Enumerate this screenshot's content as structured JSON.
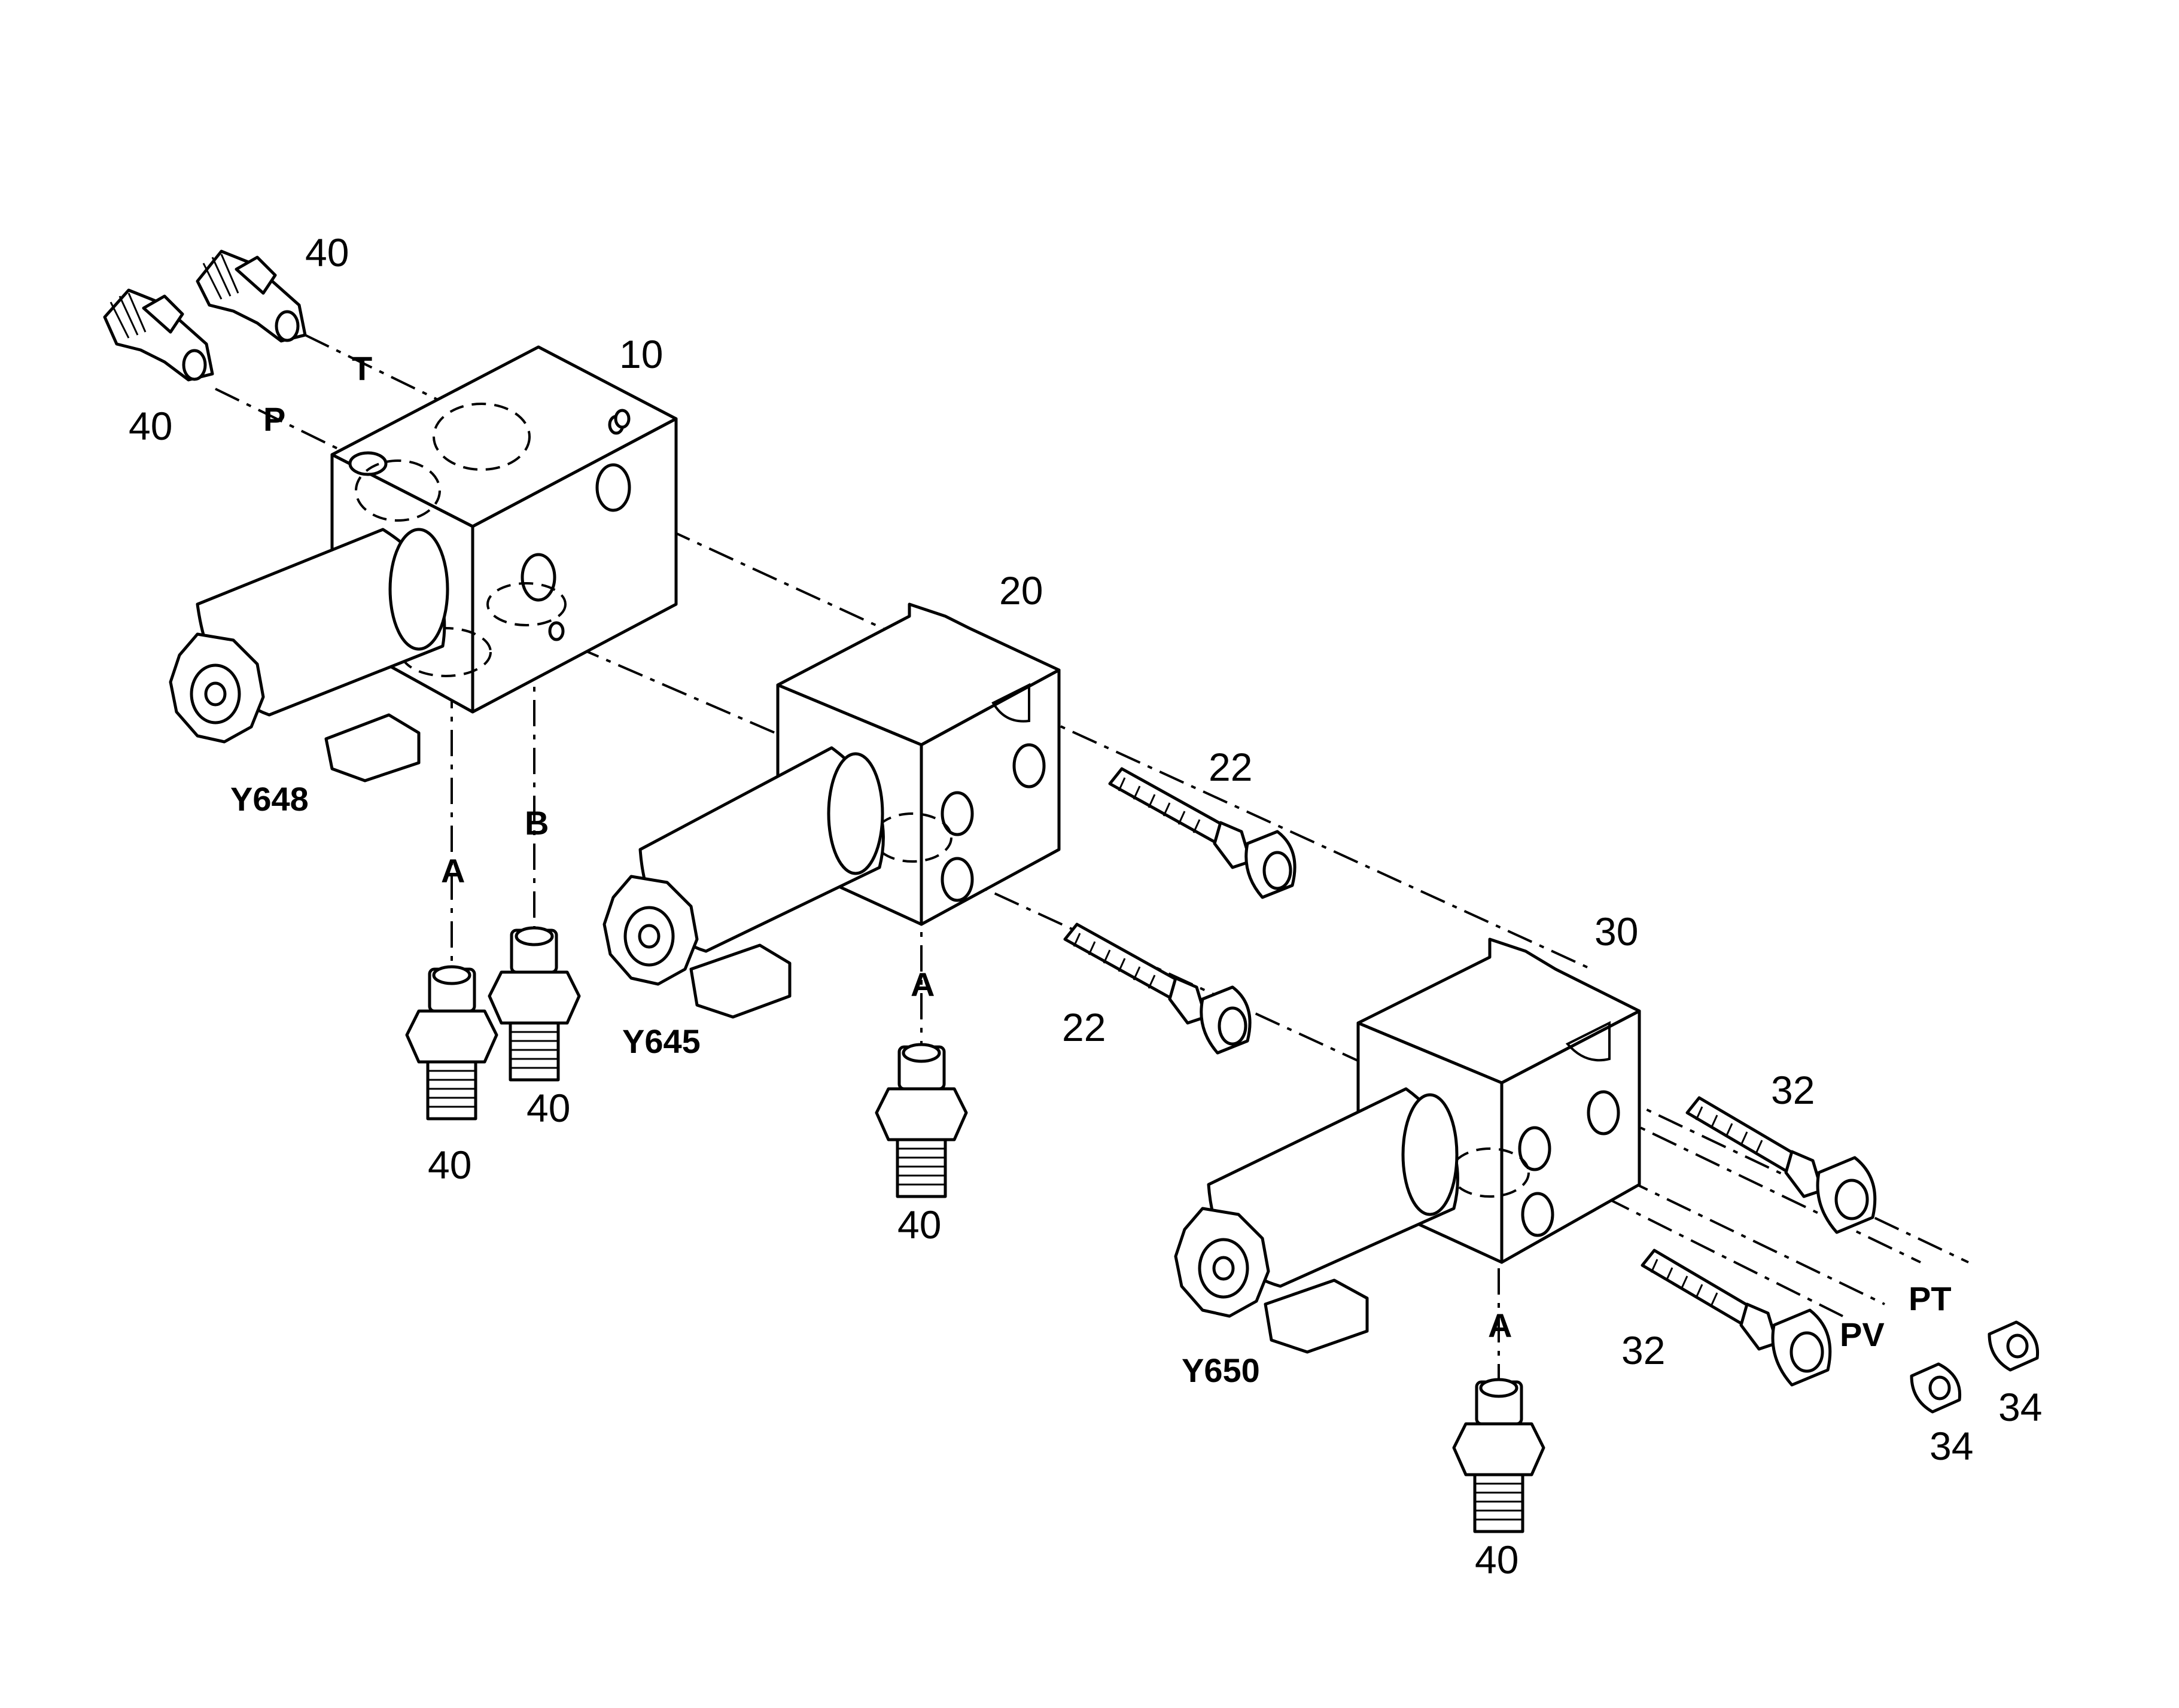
{
  "colors": {
    "line": "#000000",
    "background": "#ffffff"
  },
  "labels": {
    "n40_topright": "40",
    "n40_topleft": "40",
    "n10": "10",
    "n20": "20",
    "n30": "30",
    "n22_upper": "22",
    "n22_lower": "22",
    "n32_upper": "32",
    "n32_lower": "32",
    "n34_right": "34",
    "n34_left": "34",
    "n40_portA1": "40",
    "n40_portB": "40",
    "n40_portA2": "40",
    "n40_portA3": "40",
    "port_T": "T",
    "port_P": "P",
    "port_A1": "A",
    "port_B": "B",
    "port_A2": "A",
    "port_A3": "A",
    "port_PT": "PT",
    "port_PV": "PV",
    "y648": "Y648",
    "y645": "Y645",
    "y650": "Y650"
  }
}
